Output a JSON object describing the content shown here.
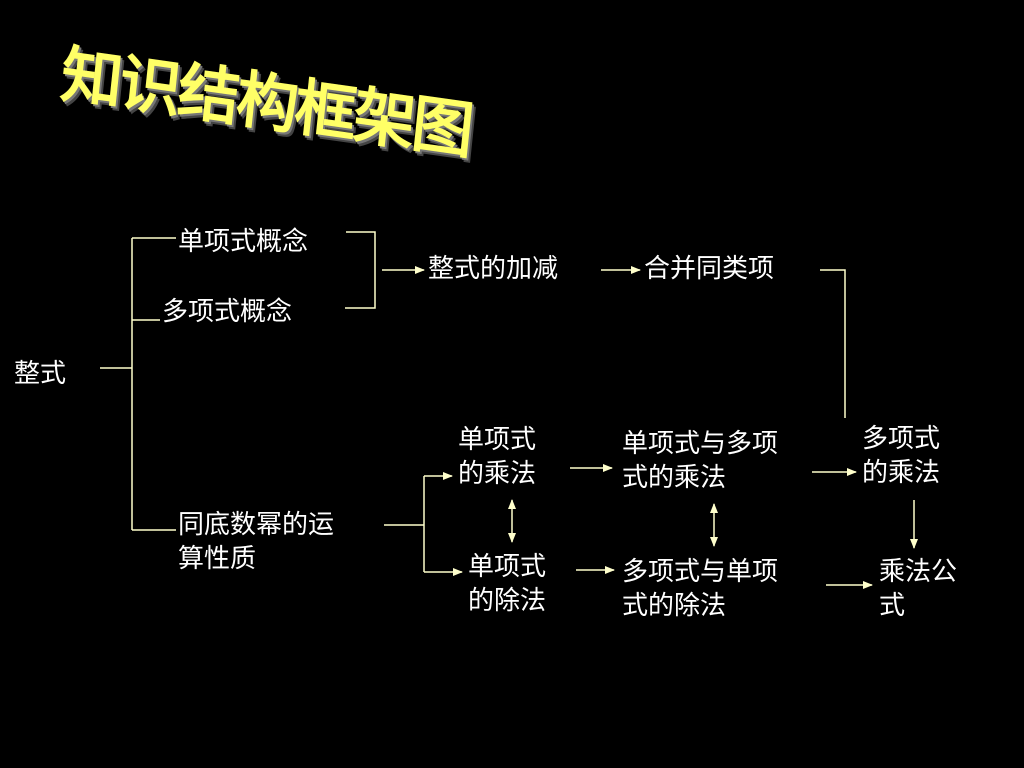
{
  "title": "知识结构框架图",
  "nodes": {
    "zhengshi": "整式",
    "danxiangshi_gainian": "单项式概念",
    "duoxiangshi_gainian": "多项式概念",
    "zhengshi_jiajian": "整式的加减",
    "hebing_tongleixiang": "合并同类项",
    "tongdi_shumi_1": "同底数幂的运",
    "tongdi_shumi_2": "算性质",
    "danxiangshi_chengfa_1": "单项式",
    "danxiangshi_chengfa_2": "的乘法",
    "danxiangshi_chufa_1": "单项式",
    "danxiangshi_chufa_2": "的除法",
    "dan_duo_chengfa_1": "单项式与多项",
    "dan_duo_chengfa_2": "式的乘法",
    "duo_dan_chufa_1": "多项式与单项",
    "duo_dan_chufa_2": "式的除法",
    "duoxiangshi_chengfa_1": "多项式",
    "duoxiangshi_chengfa_2": "的乘法",
    "chengfa_gongshi_1": "乘法公",
    "chengfa_gongshi_2": "式"
  },
  "colors": {
    "background": "#000000",
    "title": "#ffff66",
    "text": "#ffffff",
    "wire": "#ffffcc"
  }
}
